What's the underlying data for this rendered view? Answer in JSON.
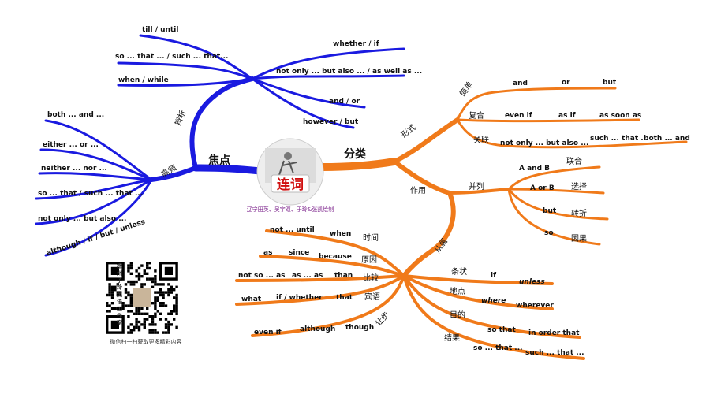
{
  "center": {
    "title": "连词",
    "credit": "辽宁田英、吴宇双、于玲&张凯绘制"
  },
  "blue": {
    "focus": "焦点",
    "distinguish": "辨析",
    "frequent": "高频",
    "distinguish_items": [
      "till / until",
      "so ... that ... / such ... that...",
      "when / while",
      "whether / if",
      "not only ... but also ... / as well as ...",
      "and / or",
      "however / but"
    ],
    "frequent_items": [
      "both ... and ...",
      "either ... or ...",
      "neither ... nor ...",
      "so ... that / such ... that ...",
      "not only ... but also ...",
      "although / if / but / unless"
    ]
  },
  "orange": {
    "classify": "分类",
    "form": "形式",
    "simple": "简单",
    "compound": "复合",
    "correlative": "关联",
    "simple_items": [
      "and",
      "or",
      "but"
    ],
    "compound_items": [
      "even if",
      "as if",
      "as soon as"
    ],
    "correlative_items": [
      "not only ... but also ...",
      "such ... that ...",
      "both ... and"
    ],
    "function": "作用",
    "coordinate": "并列",
    "coordinate_items": [
      {
        "en": "A and B",
        "cn": "联合"
      },
      {
        "en": "A or B",
        "cn": "选择"
      },
      {
        "en": "but",
        "cn": "转折"
      },
      {
        "en": "so",
        "cn": "因果"
      }
    ],
    "subordinate": "从属",
    "left_groups": [
      {
        "cn": "时间",
        "items": [
          "not ... until",
          "when"
        ]
      },
      {
        "cn": "原因",
        "items": [
          "as",
          "since",
          "because"
        ]
      },
      {
        "cn": "比较",
        "items": [
          "not so ... as",
          "as ... as",
          "than"
        ]
      },
      {
        "cn": "宾语",
        "items": [
          "what",
          "if / whether",
          "that"
        ]
      },
      {
        "cn": "让步",
        "items": [
          "even if",
          "although",
          "though"
        ]
      }
    ],
    "right_groups": [
      {
        "cn": "条状",
        "items": [
          "if",
          "unless"
        ]
      },
      {
        "cn": "地点",
        "items": [
          "where",
          "wherever"
        ]
      },
      {
        "cn": "目的",
        "items": [
          "so that",
          "in order that"
        ]
      },
      {
        "cn": "结果",
        "items": [
          "so ... that ...",
          "such ... that ..."
        ]
      }
    ]
  },
  "qr": {
    "side_text": "榜州子玲英语工作室",
    "caption": "微信扫一扫获取更多精彩内容"
  },
  "colors": {
    "blue": "#1010dd",
    "orange": "#f07a1a"
  }
}
